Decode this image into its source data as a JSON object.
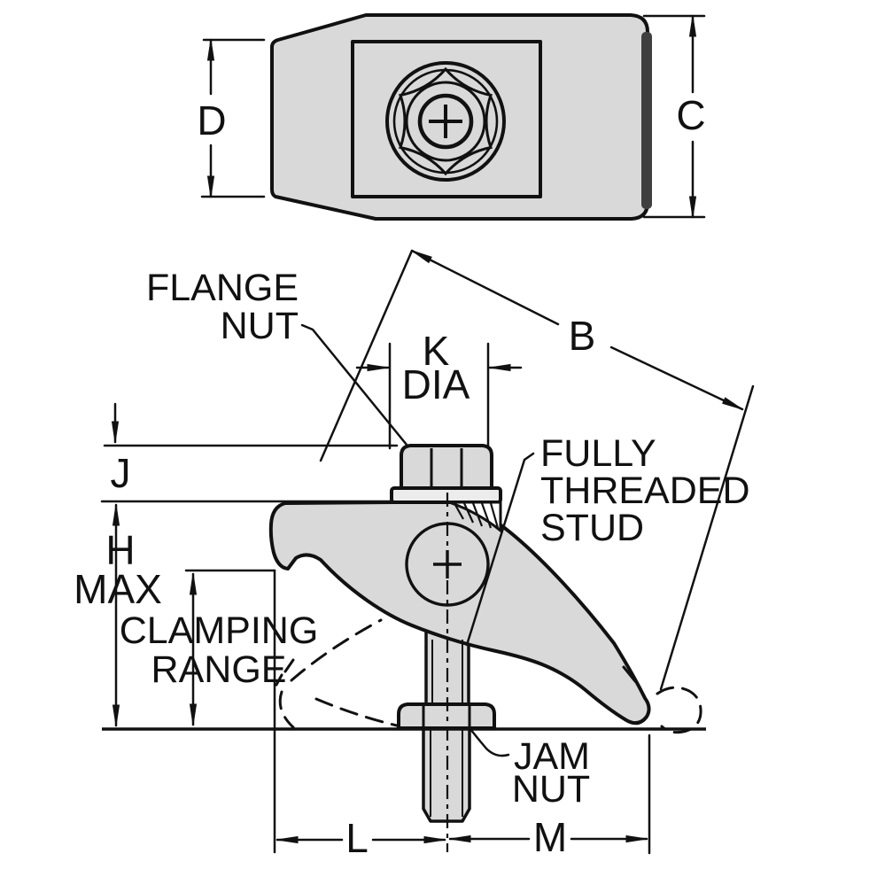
{
  "drawing": {
    "type": "technical-dimension-drawing",
    "subject": "strap clamp with flange nut and fully threaded stud (top view and side view)",
    "colors": {
      "background": "#ffffff",
      "line": "#111111",
      "metal_fill": "#d9d9d9",
      "washer_fill": "#ececec",
      "shaded_face_fill": "#3f3f3f"
    },
    "dimensions": {
      "d": "D",
      "c": "C",
      "b": "B",
      "k": "K",
      "dia": "DIA",
      "j": "J",
      "h": "H",
      "max": "MAX",
      "clamping": "CLAMPING",
      "range": "RANGE",
      "l": "L",
      "m": "M"
    },
    "callouts": {
      "flange_line1": "FLANGE",
      "flange_line2": "NUT",
      "stud_line1": "FULLY",
      "stud_line2": "THREADED",
      "stud_line3": "STUD",
      "jam_line1": "JAM",
      "jam_line2": "NUT"
    }
  }
}
